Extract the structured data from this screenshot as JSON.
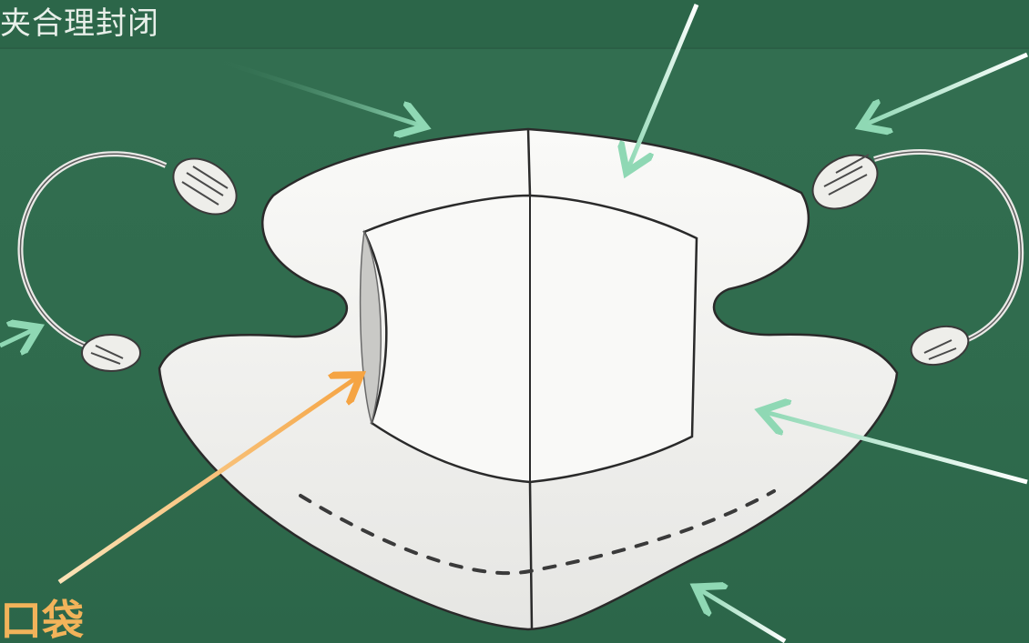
{
  "captions": {
    "top_left": "夹合理封闭",
    "pocket": "口袋"
  },
  "colors": {
    "board": "#2f6b4d",
    "text_light": "#e8efe9",
    "text_accent": "#f2b35a",
    "arrow_mint": "#8fd8b4",
    "arrow_orange": "#f5a443",
    "mask_white": "#f4f4f2",
    "outline": "#2a2a2a"
  },
  "icons": [
    "mask-illustration",
    "ear-loop-left",
    "ear-loop-right",
    "annotation-arrow"
  ]
}
